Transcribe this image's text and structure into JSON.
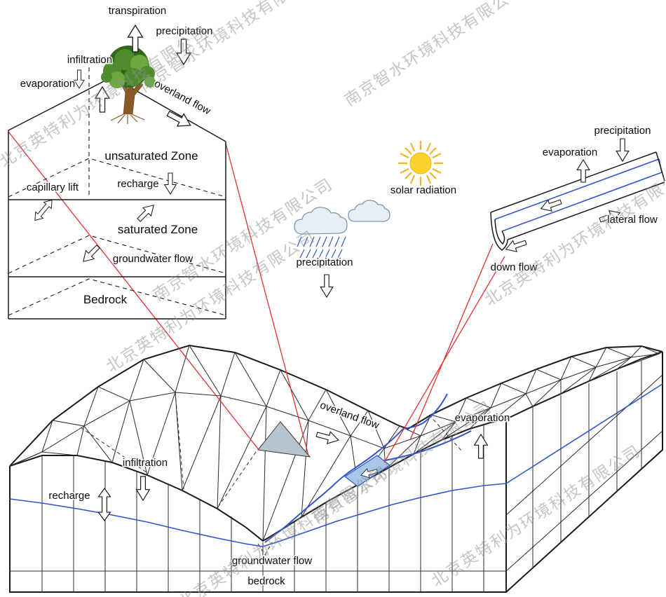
{
  "watermarks": {
    "company_a": "北京英特利为环境科技有限公司",
    "company_b": "南京智水环境科技有限公司"
  },
  "soil_column": {
    "transpiration": "transpiration",
    "precipitation": "precipitation",
    "infiltration": "infiltration",
    "evaporation": "evaporation",
    "overland_flow": "overland flow",
    "unsaturated_zone": "unsaturated Zone",
    "capillary_lift": "capillary lift",
    "recharge": "recharge",
    "saturated_zone": "saturated Zone",
    "groundwater_flow": "groundwater flow",
    "bedrock": "Bedrock"
  },
  "sky": {
    "precipitation": "precipitation",
    "solar_radiation": "solar radiation"
  },
  "channel": {
    "precipitation": "precipitation",
    "evaporation": "evaporation",
    "lateral_flow": "lateral flow",
    "down_flow": "down flow"
  },
  "terrain": {
    "overland_flow": "overland flow",
    "evaporation": "evaporation",
    "infiltration": "infiltration",
    "recharge": "recharge",
    "groundwater_flow": "groundwater flow",
    "bedrock": "bedrock"
  },
  "colors": {
    "connector_red": "#e53030",
    "water_blue": "#2f55cc",
    "highlight_blue": "#a8c6e8",
    "triangle_gray": "#b7c3cd",
    "sun_yellow": "#ffd22e",
    "sun_ray_orange": "#f0b429",
    "foliage_green": "#4f8c2e",
    "foliage_dark": "#2f6a1a",
    "foliage_light": "#6aa93f",
    "trunk_brown": "#8a5a2a",
    "cloud_fill": "#e8eef5",
    "cloud_stroke": "#7f96ad",
    "watermark_gray": "#8f8f8f"
  }
}
